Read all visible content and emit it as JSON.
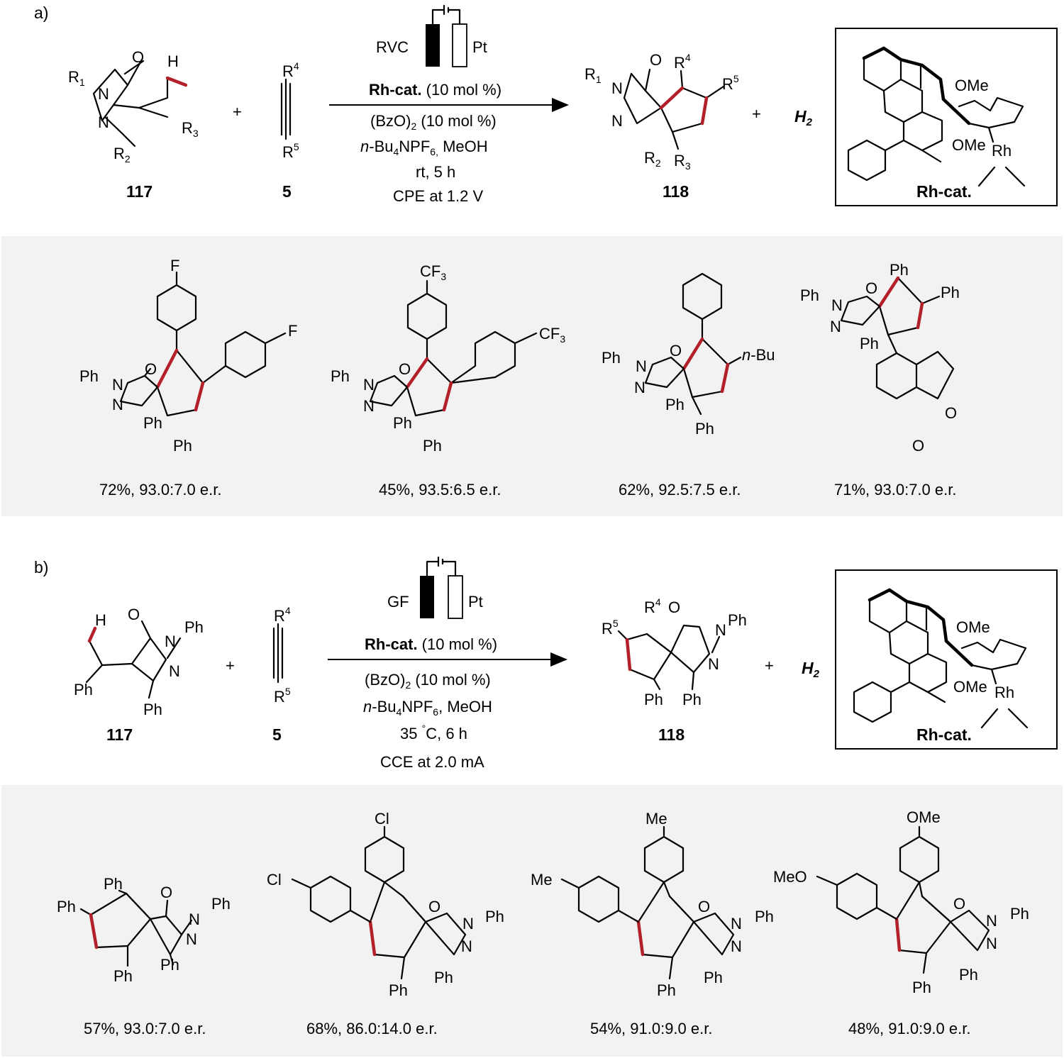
{
  "part_a": {
    "label": "a)",
    "reactant_1": {
      "compound": "117",
      "r1": "R",
      "r1_sub": "1",
      "r2": "R",
      "r2_sub": "2",
      "r3": "R",
      "r3_sub": "3",
      "h": "H"
    },
    "plus": "+",
    "reactant_2": {
      "compound": "5",
      "r4": "R",
      "r4_sup": "4",
      "r5": "R",
      "r5_sup": "5"
    },
    "electrodes": {
      "anode": "RVC",
      "cathode": "Pt"
    },
    "conditions": {
      "catalyst": "Rh-cat.",
      "catalyst_load": " (10 mol %)",
      "oxidant": "(BzO)",
      "oxidant_sub": "2",
      "oxidant_load": " (10 mol %)",
      "electrolyte_prefix": "n",
      "electrolyte_a": "-Bu",
      "electrolyte_sub1": "4",
      "electrolyte_b": "NPF",
      "electrolyte_sub2": "6,",
      "solvent": " MeOH",
      "temp_time": "rt, 5 h",
      "electrolysis": "CPE at 1.2 V"
    },
    "product": {
      "compound": "118"
    },
    "h2": "H",
    "h2_sub": "2",
    "catalyst_box": {
      "label": "Rh-cat.",
      "ome_1": "OMe",
      "ome_2": "OMe",
      "metal": "Rh"
    },
    "examples": [
      {
        "yield": "72%, 93.0:7.0 e.r.",
        "sub_top": "F",
        "sub_right": "F"
      },
      {
        "yield": "45%, 93.5:6.5 e.r.",
        "sub_top": "CF",
        "sub_top_sub": "3",
        "sub_right": "CF",
        "sub_right_sub": "3"
      },
      {
        "yield": "62%, 92.5:7.5 e.r.",
        "sub_right_prefix": "n",
        "sub_right": "-Bu"
      },
      {
        "yield": "71%, 93.0:7.0 e.r.",
        "o1": "O",
        "o2": "O"
      }
    ]
  },
  "part_b": {
    "label": "b)",
    "reactant_1": {
      "compound": "117",
      "h": "H"
    },
    "plus": "+",
    "reactant_2": {
      "compound": "5",
      "r4": "R",
      "r4_sup": "4",
      "r5": "R",
      "r5_sup": "5"
    },
    "electrodes": {
      "anode": "GF",
      "cathode": "Pt"
    },
    "conditions": {
      "catalyst": "Rh-cat.",
      "catalyst_load": " (10 mol %)",
      "oxidant": "(BzO)",
      "oxidant_sub": "2",
      "oxidant_load": " (10 mol %)",
      "electrolyte_prefix": "n",
      "electrolyte_a": "-Bu",
      "electrolyte_sub1": "4",
      "electrolyte_b": "NPF",
      "electrolyte_sub2": "6",
      "solvent": ", MeOH",
      "temp_num": "35 ",
      "temp_deg": "°",
      "temp_unit": "C, 6 h",
      "electrolysis": "CCE at 2.0 mA"
    },
    "product": {
      "compound": "118"
    },
    "h2": "H",
    "h2_sub": "2",
    "catalyst_box": {
      "label": "Rh-cat.",
      "ome_1": "OMe",
      "ome_2": "OMe",
      "metal": "Rh"
    },
    "examples": [
      {
        "yield": "57%, 93.0:7.0 e.r."
      },
      {
        "yield": "68%, 86.0:14.0 e.r.",
        "sub": "Cl"
      },
      {
        "yield": "54%, 91.0:9.0 e.r.",
        "sub": "Me"
      },
      {
        "yield": "48%, 91.0:9.0 e.r.",
        "sub": "MeO",
        "sub_top": "OMe"
      }
    ]
  },
  "atoms": {
    "o": "O",
    "n": "N",
    "ph": "Ph"
  },
  "colors": {
    "highlight_bond": "#b3202a",
    "h2_color": "#2a7a1a",
    "panel": "#f2f2f2"
  }
}
